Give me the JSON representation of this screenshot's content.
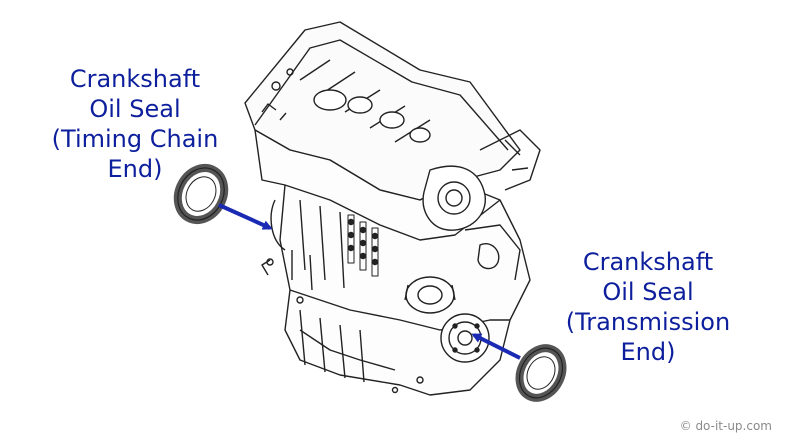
{
  "labels": {
    "timing_chain_end": [
      "Crankshaft",
      "Oil Seal",
      "(Timing Chain",
      "End)"
    ],
    "transmission_end": [
      "Crankshaft",
      "Oil Seal",
      "(Transmission",
      "End)"
    ]
  },
  "credit": "© do-it-up.com",
  "colors": {
    "label_text": "#0d1f9c",
    "arrow": "#1b2ab3",
    "line_art": "#222222",
    "seal": "#555555",
    "credit": "#8a8a8a"
  },
  "icons": {
    "engine": "engine-line-drawing",
    "seal": "oil-seal-ring",
    "arrow": "pointer-arrow"
  }
}
